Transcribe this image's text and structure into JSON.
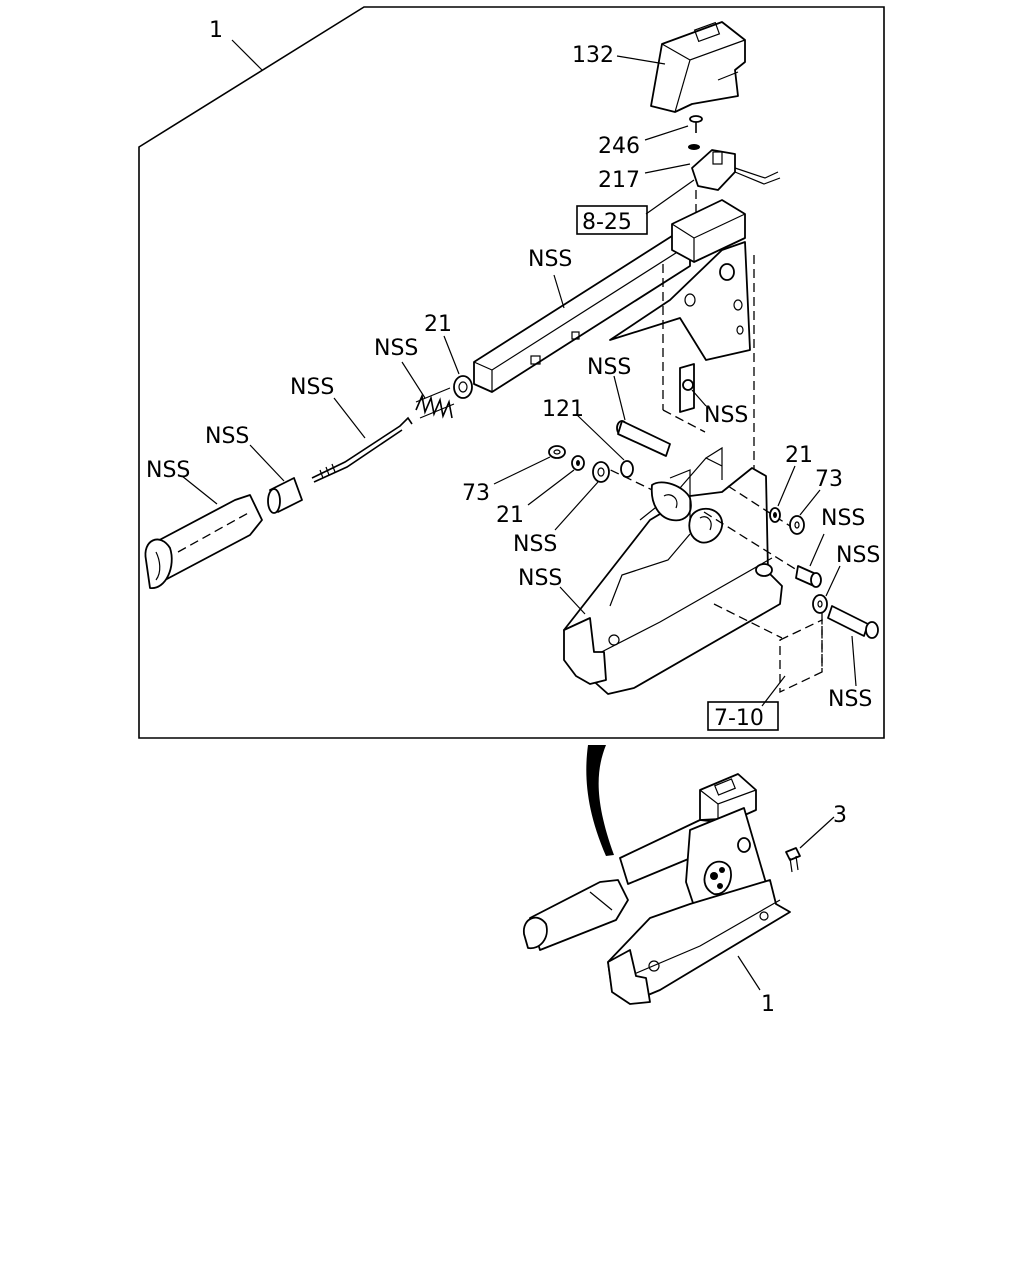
{
  "diagram": {
    "callouts": {
      "assembly_top": "1",
      "cover": "132",
      "screw": "246",
      "switch": "217",
      "ref_top": "8-25",
      "lever_arm": "NSS",
      "washer_21_a": "21",
      "spring": "NSS",
      "rod": "NSS",
      "sleeve": "NSS",
      "grip": "NSS",
      "pawl": "NSS",
      "pin_121": "121",
      "pin_nss": "NSS",
      "washer_73_l": "73",
      "washer_21_l": "21",
      "washer_nss_l": "NSS",
      "washer_21_r": "21",
      "washer_73_r": "73",
      "bushing_r": "NSS",
      "washer_nss_r": "NSS",
      "base": "NSS",
      "bolt_r": "NSS",
      "ref_bottom": "7-10",
      "bolt_3": "3",
      "assembly_bottom": "1"
    }
  }
}
